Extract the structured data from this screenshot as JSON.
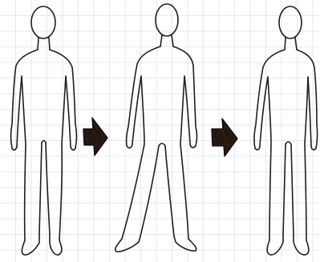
{
  "colors": {
    "paper": "#ffffff",
    "grid": "#dde4ee",
    "ink": "#1e1e1e",
    "arrow_fill": "#2a1a14"
  },
  "figures": [
    {
      "name": "standing-figure-left",
      "pose": "feet-together"
    },
    {
      "name": "standing-figure-middle",
      "pose": "legs-apart"
    },
    {
      "name": "standing-figure-right",
      "pose": "feet-together"
    }
  ],
  "arrows": [
    {
      "name": "arrow-right-icon",
      "direction": "right"
    },
    {
      "name": "arrow-right-icon",
      "direction": "right"
    }
  ]
}
